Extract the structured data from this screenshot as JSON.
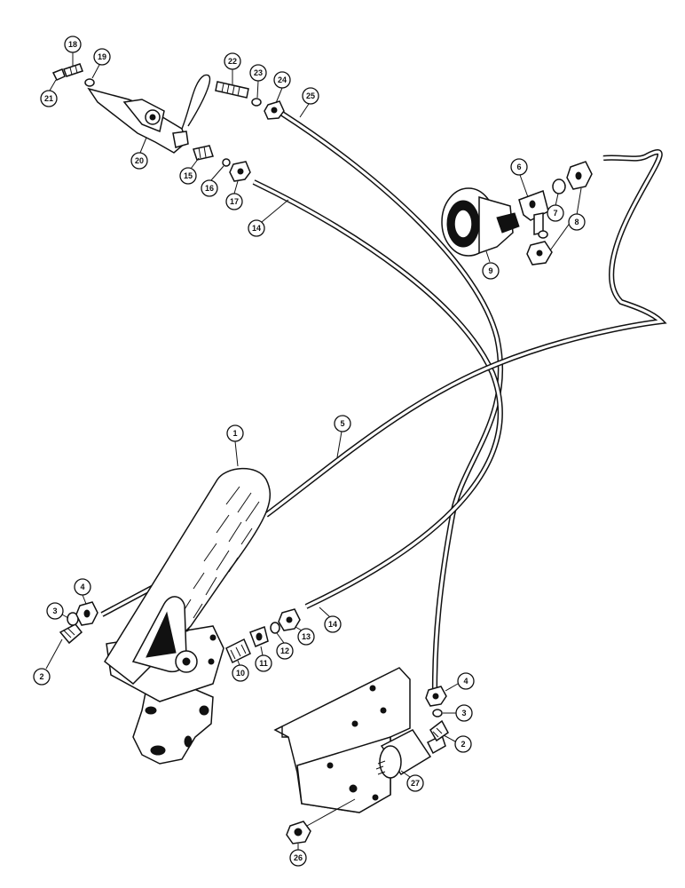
{
  "callouts": [
    {
      "id": "c1",
      "label": "1"
    },
    {
      "id": "c2a",
      "label": "2"
    },
    {
      "id": "c2b",
      "label": "2"
    },
    {
      "id": "c3a",
      "label": "3"
    },
    {
      "id": "c3b",
      "label": "3"
    },
    {
      "id": "c4a",
      "label": "4"
    },
    {
      "id": "c4b",
      "label": "4"
    },
    {
      "id": "c5",
      "label": "5"
    },
    {
      "id": "c6",
      "label": "6"
    },
    {
      "id": "c7",
      "label": "7"
    },
    {
      "id": "c8",
      "label": "8"
    },
    {
      "id": "c9",
      "label": "9"
    },
    {
      "id": "c10",
      "label": "10"
    },
    {
      "id": "c11",
      "label": "11"
    },
    {
      "id": "c12",
      "label": "12"
    },
    {
      "id": "c13",
      "label": "13"
    },
    {
      "id": "c14a",
      "label": "14"
    },
    {
      "id": "c14b",
      "label": "14"
    },
    {
      "id": "c15",
      "label": "15"
    },
    {
      "id": "c16",
      "label": "16"
    },
    {
      "id": "c17",
      "label": "17"
    },
    {
      "id": "c18",
      "label": "18"
    },
    {
      "id": "c19",
      "label": "19"
    },
    {
      "id": "c20",
      "label": "20"
    },
    {
      "id": "c21",
      "label": "21"
    },
    {
      "id": "c22",
      "label": "22"
    },
    {
      "id": "c23",
      "label": "23"
    },
    {
      "id": "c24",
      "label": "24"
    },
    {
      "id": "c25",
      "label": "25"
    },
    {
      "id": "c26",
      "label": "26"
    },
    {
      "id": "c27",
      "label": "27"
    }
  ]
}
